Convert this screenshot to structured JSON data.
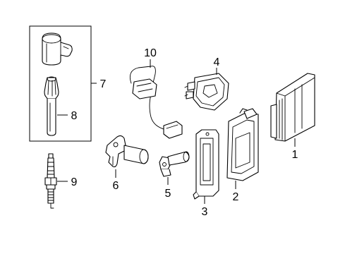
{
  "callouts": {
    "c1": "1",
    "c2": "2",
    "c3": "3",
    "c4": "4",
    "c5": "5",
    "c6": "6",
    "c7": "7",
    "c8": "8",
    "c9": "9",
    "c10": "10"
  },
  "parts": [
    {
      "callout": "1",
      "part": "engine-control-module"
    },
    {
      "callout": "2",
      "part": "module-bracket"
    },
    {
      "callout": "3",
      "part": "mounting-bracket"
    },
    {
      "callout": "4",
      "part": "ignition-module"
    },
    {
      "callout": "5",
      "part": "crankshaft-position-sensor"
    },
    {
      "callout": "6",
      "part": "camshaft-position-sensor"
    },
    {
      "callout": "7",
      "part": "ignition-coil-assembly"
    },
    {
      "callout": "8",
      "part": "coil-boot"
    },
    {
      "callout": "9",
      "part": "spark-plug"
    },
    {
      "callout": "10",
      "part": "wiring-harness"
    }
  ]
}
